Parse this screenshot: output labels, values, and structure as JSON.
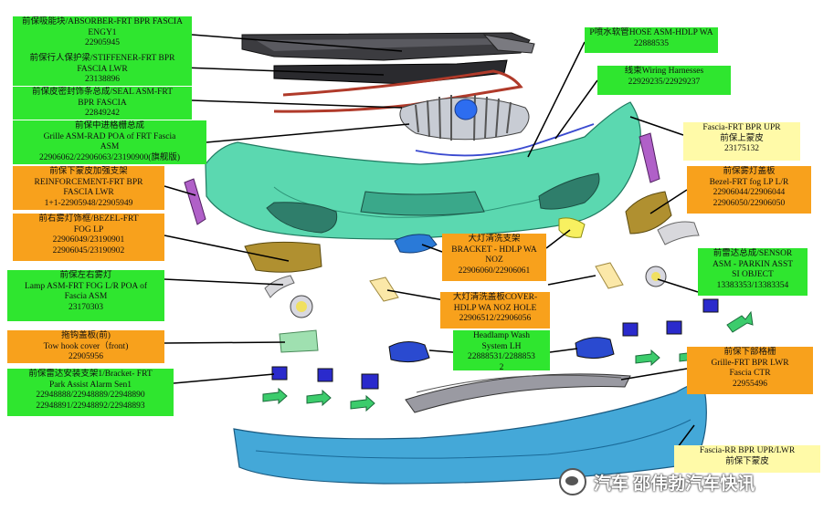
{
  "labels": [
    {
      "id": "absorber",
      "color": "green",
      "lines": [
        "前保吸能块/ABSORBER-FRT BPR FASCIA",
        "ENGY1",
        "22905945"
      ]
    },
    {
      "id": "stiffener",
      "color": "green",
      "lines": [
        "前保行人保护梁/STIFFENER-FRT BPR",
        "FASCIA LWR",
        "23138896"
      ]
    },
    {
      "id": "seal",
      "color": "green",
      "lines": [
        "前保皮密封饰条总成/SEAL ASM-FRT",
        "BPR FASCIA",
        "22849242"
      ]
    },
    {
      "id": "grille",
      "color": "green",
      "lines": [
        "前保中进格栅总成",
        "Grille ASM-RAD POA of FRT Fascia",
        "ASM",
        "22906062/22906063/23190900(旗舰版)"
      ]
    },
    {
      "id": "reinforcement",
      "color": "orange",
      "lines": [
        "前保下蒙皮加强支架",
        "REINFORCEMENT-FRT BPR",
        "FASCIA LWR",
        "1+1-22905948/22905949"
      ]
    },
    {
      "id": "bezel-left",
      "color": "orange",
      "lines": [
        "前右雾灯饰框/BEZEL-FRT",
        "FOG LP",
        "22906049/23190901",
        "22906045/23190902"
      ]
    },
    {
      "id": "fog-lamp",
      "color": "green",
      "lines": [
        "前保左右雾灯",
        "Lamp ASM-FRT FOG L/R POA of",
        "Fascia ASM",
        "23170303"
      ]
    },
    {
      "id": "tow-hook",
      "color": "orange",
      "lines": [
        "拖钩盖板(前)",
        "Tow hook cover（front)",
        "22905956"
      ]
    },
    {
      "id": "radar-bracket",
      "color": "green",
      "lines": [
        "前保雷达安装支架1/Bracket- FRT",
        "Park Assist Alarm Sen1",
        "22948888/22948889/22948890",
        "22948891/22948892/22948893"
      ]
    },
    {
      "id": "hose",
      "color": "green",
      "lines": [
        "P喷水软管HOSE ASM-HDLP WA",
        "22888535"
      ]
    },
    {
      "id": "harness",
      "color": "green",
      "lines": [
        "线束Wiring  Harnesses",
        "22929235/22929237"
      ]
    },
    {
      "id": "fascia-upr",
      "color": "yellow",
      "lines": [
        "Fascia-FRT BPR UPR",
        "前保上蒙皮",
        "23175132"
      ]
    },
    {
      "id": "bezel-right",
      "color": "orange",
      "lines": [
        "前保雾灯盖板",
        "Bezel-FRT fog  LP L/R",
        "22906044/22906044",
        "22906050/22906050"
      ]
    },
    {
      "id": "bracket-hdlp",
      "color": "orange",
      "lines": [
        "大灯清洗支架",
        "BRACKET - HDLP WA",
        "NOZ",
        "22906060/22906061"
      ]
    },
    {
      "id": "cover-hdlp",
      "color": "orange",
      "lines": [
        "大灯清洗盖板COVER-",
        "HDLP WA NOZ HOLE",
        "22906512/22906056"
      ]
    },
    {
      "id": "sensor",
      "color": "green",
      "lines": [
        "前雷达总成/SENSOR",
        "ASM - PARKIN ASST",
        "SI OBJECT",
        "13383353/13383354"
      ]
    },
    {
      "id": "headlamp-wash",
      "color": "green",
      "lines": [
        "Headlamp Wash",
        "System LH",
        "22888531/2288853",
        "2"
      ]
    },
    {
      "id": "grille-lwr",
      "color": "orange",
      "lines": [
        "前保下部格栅",
        "Grille-FRT BPR LWR",
        "Fascia CTR",
        "22955496"
      ]
    },
    {
      "id": "fascia-rr",
      "color": "yellow",
      "lines": [
        "Fascia-RR BPR UPR/LWR",
        "前保下蒙皮"
      ]
    }
  ],
  "watermark": "汽车 邵伟勃汽车快讯"
}
